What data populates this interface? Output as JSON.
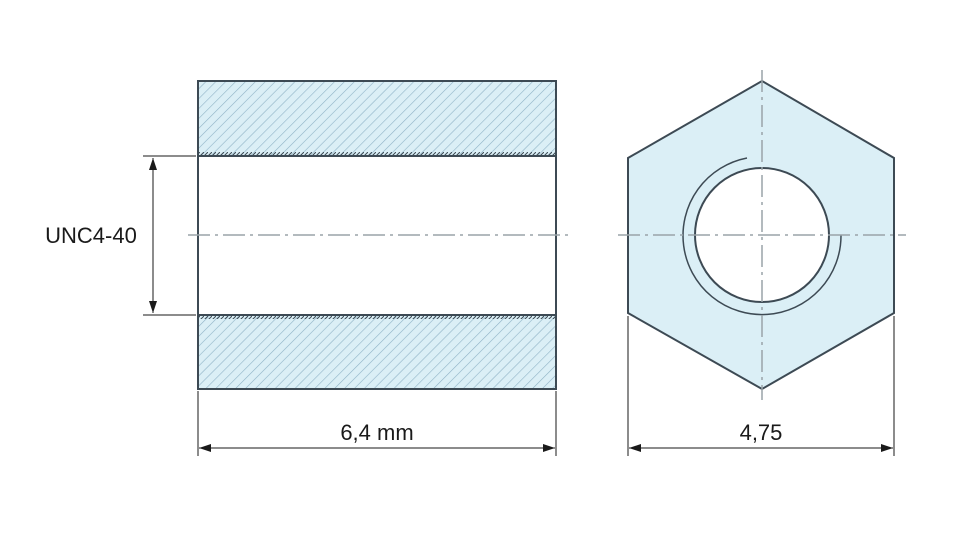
{
  "drawing": {
    "thread_label": "UNC4-40",
    "length_label": "6,4 mm",
    "width_label": "4,75"
  },
  "colors": {
    "fill": "#dbeff6",
    "outline": "#3d4a54",
    "hatch": "#8fb3c6",
    "centerline": "#9aa3a8",
    "dimension": "#1a1a1a"
  }
}
